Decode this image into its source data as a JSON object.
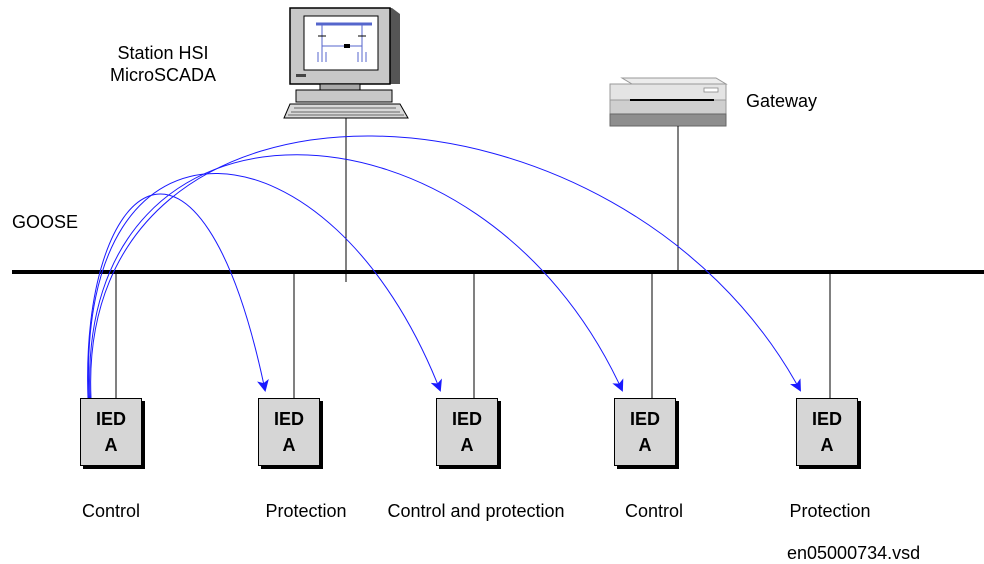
{
  "station": {
    "label_line1": "Station HSI",
    "label_line2": "MicroSCADA"
  },
  "gateway": {
    "label": "Gateway"
  },
  "bus": {
    "label": "GOOSE"
  },
  "ieds": [
    {
      "line1": "IED",
      "line2": "A",
      "caption": "Control"
    },
    {
      "line1": "IED",
      "line2": "A",
      "caption": "Protection"
    },
    {
      "line1": "IED",
      "line2": "A",
      "caption": "Control and protection"
    },
    {
      "line1": "IED",
      "line2": "A",
      "caption": "Control"
    },
    {
      "line1": "IED",
      "line2": "A",
      "caption": "Protection"
    }
  ],
  "file_label": "en05000734.vsd",
  "colors": {
    "arrow": "#1a1aff",
    "ied_fill": "#d6d6d6",
    "line": "#000000"
  },
  "icons": {
    "station": "computer-monitor-icon",
    "gateway": "gateway-device-icon"
  }
}
